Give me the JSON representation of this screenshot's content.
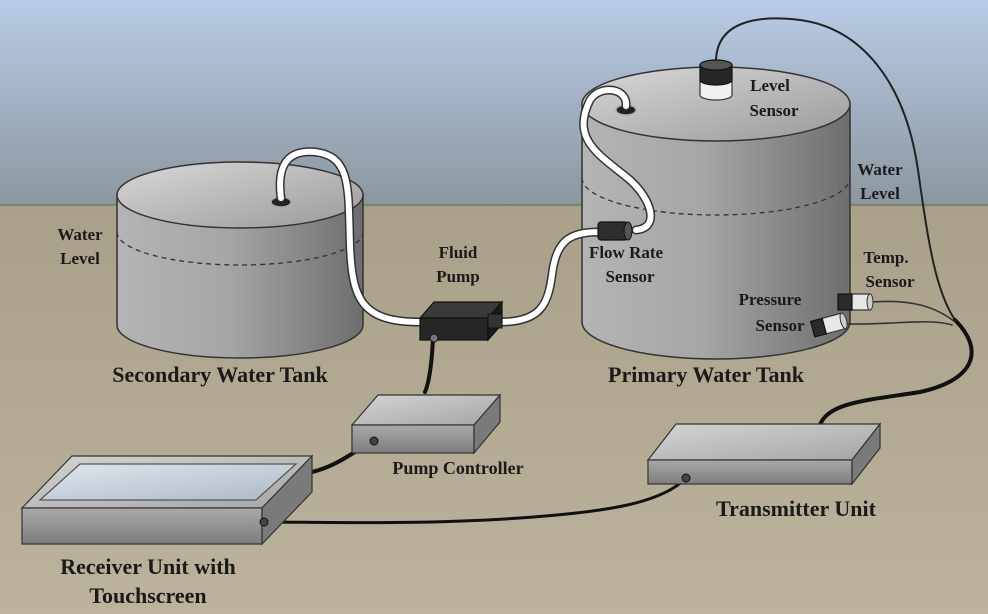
{
  "colors": {
    "sky_top": "#b9cbe6",
    "sky_bottom": "#8a97a3",
    "ground": "#b6ad96",
    "tank_light": "#d6d6d6",
    "tank_dark": "#8e8e8e",
    "hose": "#ffffff",
    "cable": "#111111"
  },
  "labels": {
    "secondary_tank": "Secondary Water Tank",
    "primary_tank": "Primary Water Tank",
    "secondary_water_level_1": "Water",
    "secondary_water_level_2": "Level",
    "primary_water_level_1": "Water",
    "primary_water_level_2": "Level",
    "fluid_pump_1": "Fluid",
    "fluid_pump_2": "Pump",
    "flow_rate_sensor_1": "Flow Rate",
    "flow_rate_sensor_2": "Sensor",
    "level_sensor_1": "Level",
    "level_sensor_2": "Sensor",
    "temp_sensor_1": "Temp.",
    "temp_sensor_2": "Sensor",
    "pressure_sensor_1": "Pressure",
    "pressure_sensor_2": "Sensor",
    "pump_controller": "Pump Controller",
    "transmitter_unit": "Transmitter Unit",
    "receiver_unit_1": "Receiver Unit with",
    "receiver_unit_2": "Touchscreen"
  }
}
